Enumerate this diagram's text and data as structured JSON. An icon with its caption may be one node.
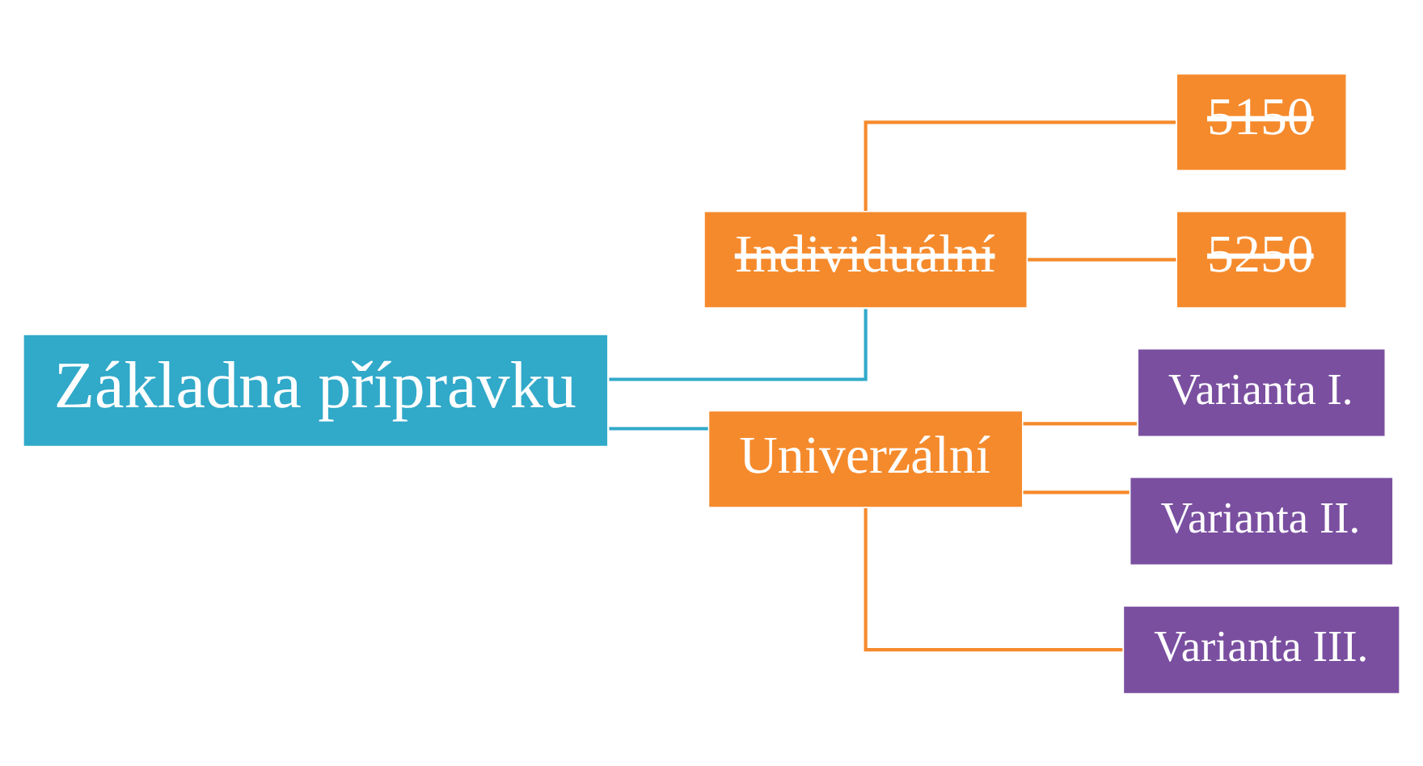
{
  "diagram": {
    "nodes": [
      {
        "text": [
          "Základna přípravku"
        ]
      },
      {
        "text": [
          "Individuální"
        ]
      },
      {
        "text": [
          "Univerzální"
        ]
      },
      {
        "text": [
          "5150"
        ]
      },
      {
        "text": [
          "5250"
        ]
      },
      {
        "text": [
          "Varianta I."
        ]
      },
      {
        "text": [
          "Varianta II."
        ]
      },
      {
        "text": [
          "Varianta III."
        ]
      }
    ],
    "edges": [
      {
        "from": 0,
        "to": 1,
        "arrow": "none",
        "color": "#31a9c9"
      },
      {
        "from": 0,
        "to": 2,
        "arrow": "none",
        "color": "#31a9c9"
      },
      {
        "from": 1,
        "to": 3,
        "arrow": "none"
      },
      {
        "from": 1,
        "to": 4,
        "arrow": "none"
      },
      {
        "from": 2,
        "to": 5,
        "arrow": "none"
      },
      {
        "from": 2,
        "to": 6,
        "arrow": "none"
      },
      {
        "from": 2,
        "to": 7,
        "arrow": "none"
      }
    ]
  }
}
